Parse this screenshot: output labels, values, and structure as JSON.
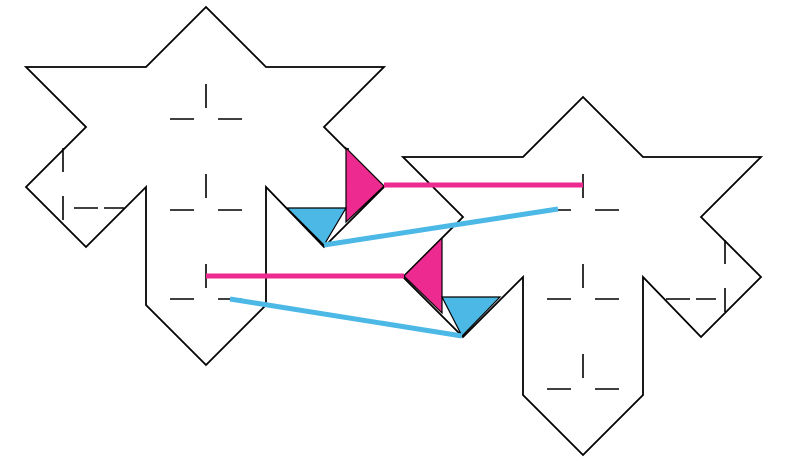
{
  "colors": {
    "outline": "#000000",
    "magenta": "#ec2a8f",
    "cyan": "#4cb8e6",
    "background": "#ffffff"
  },
  "pieces": [
    {
      "name": "left-star-piece"
    },
    {
      "name": "right-star-piece"
    }
  ],
  "connectors": [
    {
      "name": "magenta-upper-connector",
      "color": "magenta"
    },
    {
      "name": "cyan-upper-connector",
      "color": "cyan"
    },
    {
      "name": "magenta-lower-connector",
      "color": "magenta"
    },
    {
      "name": "cyan-lower-connector",
      "color": "cyan"
    }
  ]
}
